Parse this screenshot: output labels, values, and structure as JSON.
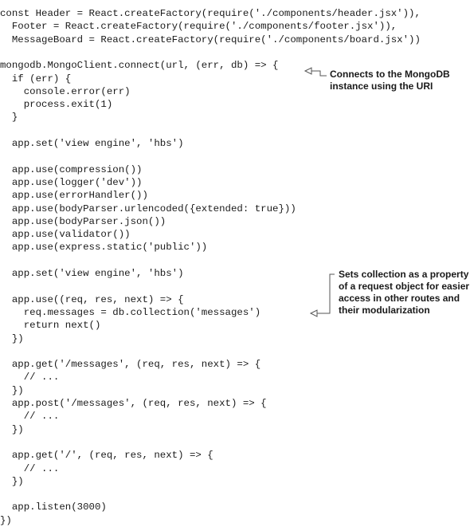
{
  "code": {
    "lines": [
      "const Header = React.createFactory(require('./components/header.jsx')),",
      "  Footer = React.createFactory(require('./components/footer.jsx')),",
      "  MessageBoard = React.createFactory(require('./components/board.jsx'))",
      "",
      "mongodb.MongoClient.connect(url, (err, db) => {",
      "  if (err) {",
      "    console.error(err)",
      "    process.exit(1)",
      "  }",
      "",
      "  app.set('view engine', 'hbs')",
      "",
      "  app.use(compression())",
      "  app.use(logger('dev'))",
      "  app.use(errorHandler())",
      "  app.use(bodyParser.urlencoded({extended: true}))",
      "  app.use(bodyParser.json())",
      "  app.use(validator())",
      "  app.use(express.static('public'))",
      "",
      "  app.set('view engine', 'hbs')",
      "",
      "  app.use((req, res, next) => {",
      "    req.messages = db.collection('messages')",
      "    return next()",
      "  })",
      "",
      "  app.get('/messages', (req, res, next) => {",
      "    // ...",
      "  })",
      "  app.post('/messages', (req, res, next) => {",
      "    // ...",
      "  })",
      "",
      "  app.get('/', (req, res, next) => {",
      "    // ...",
      "  })",
      "",
      "  app.listen(3000)",
      "})"
    ]
  },
  "annotations": [
    {
      "lines": [
        "Connects to the MongoDB",
        "instance using the URI"
      ]
    },
    {
      "lines": [
        "Sets collection as a property",
        "of a request object for easier",
        "access in other routes and",
        "their modularization"
      ]
    }
  ]
}
